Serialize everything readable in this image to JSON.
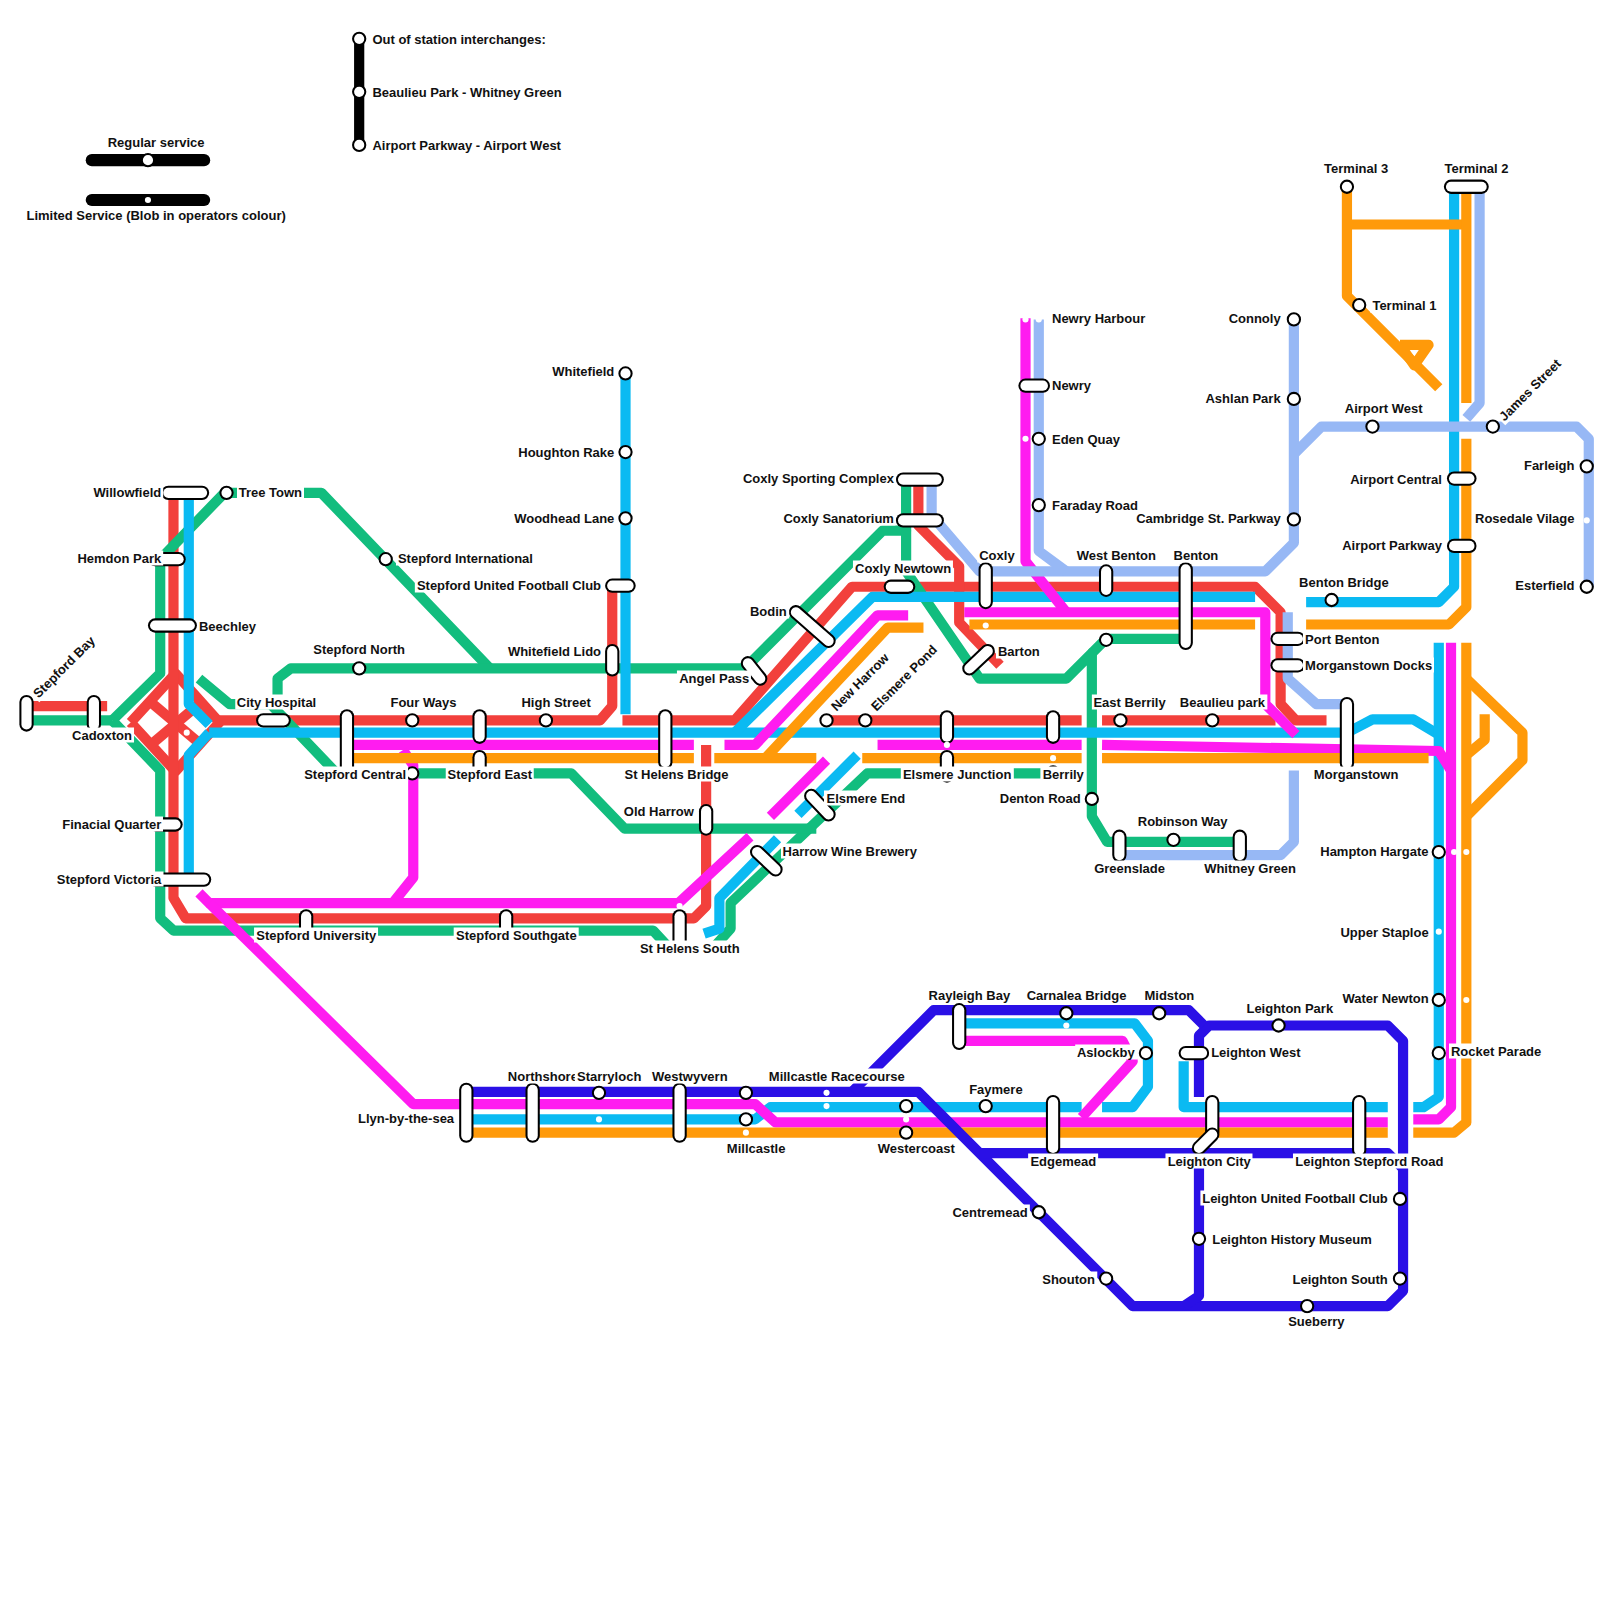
{
  "diagram": {
    "labels": [
      "Out of station interchanges:",
      "Beaulieu Park - Whitney Green",
      "Airport Parkway - Airport West",
      "Stepford Bay",
      "Cadoxton",
      "Willowfield",
      "Tree Town",
      "Hemdon Park",
      "Beechley",
      "City Hospital",
      "Stepford International",
      "Stepford North",
      "Four Ways",
      "High Street",
      "Whitefield",
      "Houghton Rake",
      "Woodhead Lane",
      "Stepford United Football Club",
      "Whitefield Lido",
      "Finacial Quarter",
      "Stepford Victoria",
      "Stepford Central",
      "Stepford East",
      "St Helens Bridge",
      "Old Harrow",
      "Angel Pass",
      "Bodin",
      "New Harrow",
      "Elsmere Pond",
      "Elsmere End",
      "Harrow Wine Brewery",
      "Stepford University",
      "Stepford Southgate",
      "St Helens South",
      "Coxly Sporting Complex",
      "Coxly Sanatorium",
      "Coxly Newtown",
      "Coxly",
      "Barton",
      "Elsmere Junction",
      "Berrily",
      "Denton Road",
      "Newry Harbour",
      "Newry",
      "Eden Quay",
      "Faraday Road",
      "West Benton",
      "Benton",
      "East Berrily",
      "Beaulieu park",
      "Robinson Way",
      "Greenslade",
      "Whitney Green",
      "Connoly",
      "Ashlan Park",
      "Cambridge St. Parkway",
      "Benton Bridge",
      "Port Benton",
      "Morganstown Docks",
      "Morganstown",
      "Terminal 3",
      "Terminal 1",
      "Terminal 2",
      "Airport West",
      "James Street",
      "Farleigh",
      "Rosedale Vilage",
      "Esterfield",
      "Airport Central",
      "Airport Parkway",
      "Hampton Hargate",
      "Upper Staploe",
      "Water Newton",
      "Rocket Parade",
      "Rayleigh Bay",
      "Carnalea Bridge",
      "Midston",
      "Leighton Park",
      "Aslockby",
      "Leighton West",
      "Llyn-by-the-sea",
      "Northshore",
      "Starryloch",
      "Westwyvern",
      "Millcastle Racecourse",
      "Faymere",
      "Millcastle",
      "Westercoast",
      "Edgemead",
      "Leighton City",
      "Leighton Stepford Road",
      "Leighton United Football Club",
      "Leighton History Museum",
      "Centremead",
      "Shouton",
      "Leighton South",
      "Sueberry"
    ],
    "legend": [
      {
        "text": "Regular service"
      },
      {
        "text": "Limited Service (Blob in operators colour)"
      }
    ]
  }
}
